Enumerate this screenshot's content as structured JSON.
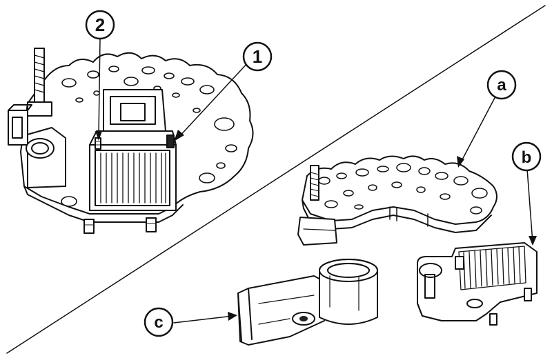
{
  "callouts": {
    "one": "1",
    "two": "2",
    "a": "a",
    "b": "b",
    "c": "c"
  },
  "colors": {
    "ink": "#111111",
    "paper": "#ffffff",
    "shade": "#d8d8d8"
  }
}
